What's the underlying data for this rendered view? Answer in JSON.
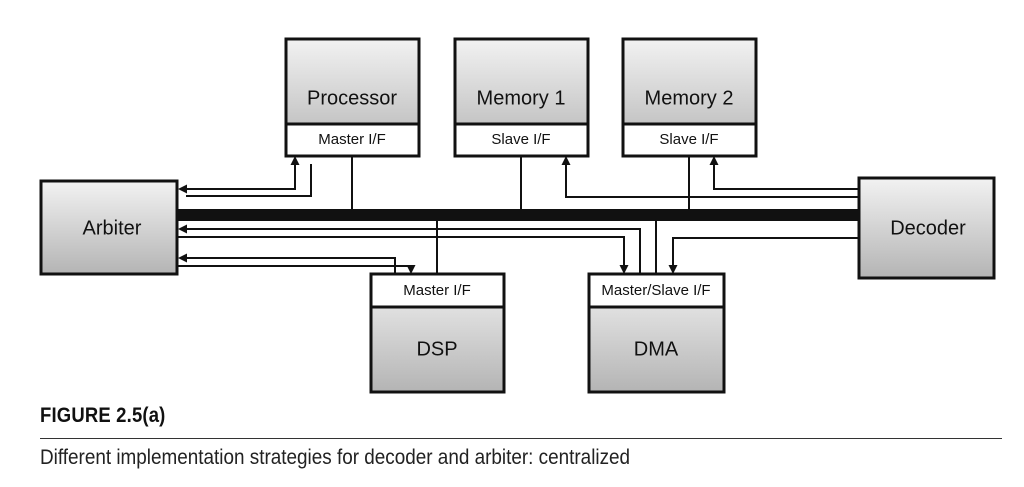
{
  "blocks": {
    "processor": {
      "label": "Processor",
      "interface": "Master I/F"
    },
    "memory1": {
      "label": "Memory 1",
      "interface": "Slave I/F"
    },
    "memory2": {
      "label": "Memory 2",
      "interface": "Slave I/F"
    },
    "arbiter": {
      "label": "Arbiter"
    },
    "decoder": {
      "label": "Decoder"
    },
    "dsp": {
      "label": "DSP",
      "interface": "Master I/F"
    },
    "dma": {
      "label": "DMA",
      "interface": "Master/Slave I/F"
    }
  },
  "caption": {
    "title": "FIGURE 2.5(a)",
    "text": "Different implementation strategies for decoder and arbiter: centralized"
  },
  "colors": {
    "block_gradient_top": "#f2f2f2",
    "block_gradient_bottom": "#b4b4b4",
    "bus": "#111111"
  }
}
